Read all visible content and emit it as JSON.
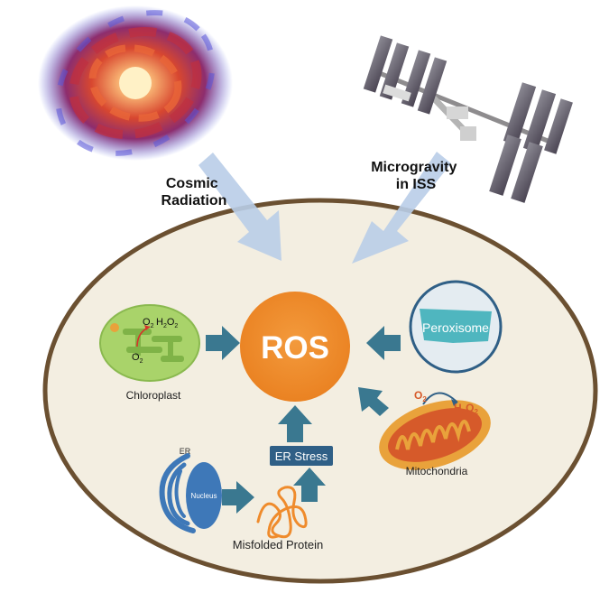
{
  "labels": {
    "cosmic_line1": "Cosmic",
    "cosmic_line2": "Radiation",
    "micro_line1": "Microgravity",
    "micro_line2": "in ISS",
    "ros": "ROS",
    "chloroplast": "Chloroplast",
    "chloro_o2_top": "O",
    "chloro_o2_top_sub": "2",
    "chloro_h2o2": "H",
    "chloro_h2o2_sub1": "2",
    "chloro_h2o2_mid": "O",
    "chloro_h2o2_sub2": "2",
    "chloro_o2_bottom": "O",
    "chloro_o2_bottom_sub": "2",
    "peroxisome": "Peroxisome",
    "mito_o2": "O",
    "mito_o2_sub": "2",
    "mito_h2o2": "H",
    "mito_h2o2_sub1": "2",
    "mito_h2o2_mid": "O",
    "mito_h2o2_sub2": "2",
    "mitochondria": "Mitochondria",
    "er_stress": "ER Stress",
    "er": "ER",
    "nucleus": "Nucleus",
    "misfolded_protein": "Misfolded Protein"
  },
  "colors": {
    "cell_fill": "#f3eee1",
    "cell_border": "#6b5031",
    "ros_fill": "#ef8b2c",
    "arrow": "#3a7890",
    "light_arrow": "#b9cde8",
    "chloroplast_fill": "#a9d36a",
    "peroxisome_fill": "#4fb6bf",
    "mito_fill": "#e9a23b",
    "mito_inner": "#d65a2a",
    "er_fill": "#3e78b8",
    "er_stress_box": "#2f5f86",
    "protein": "#ef8b2c"
  }
}
